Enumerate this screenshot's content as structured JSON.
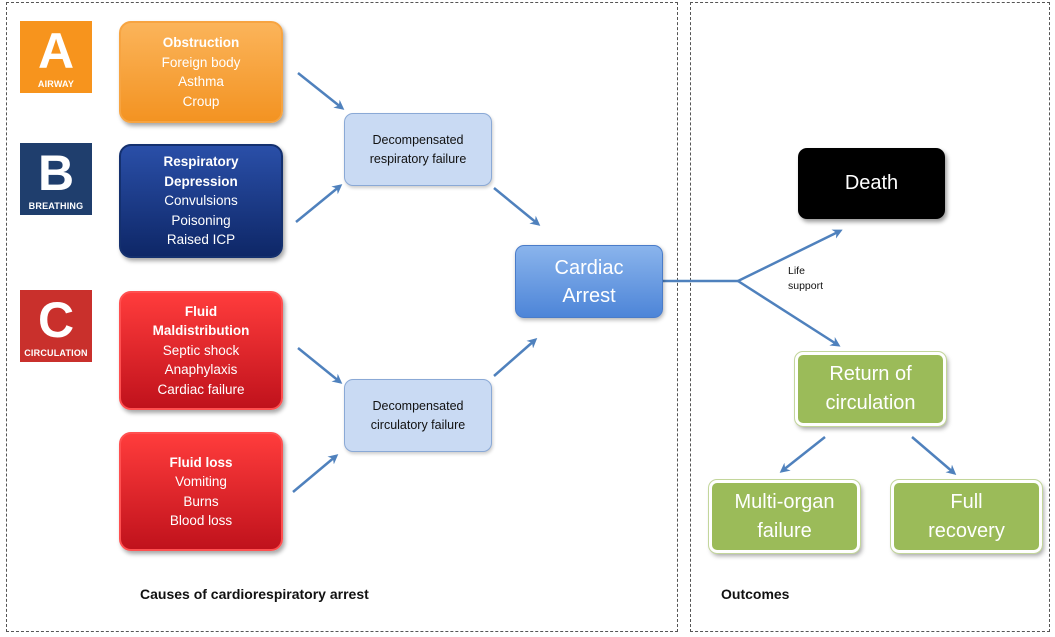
{
  "abc": {
    "a": {
      "letter": "A",
      "word": "AIRWAY",
      "color": "#f7941d"
    },
    "b": {
      "letter": "B",
      "word": "BREATHING",
      "color": "#1f3e6d"
    },
    "c": {
      "letter": "C",
      "word": "CIRCULATION",
      "color": "#c9302c"
    }
  },
  "causes": {
    "obstruction": {
      "head": "Obstruction",
      "items": [
        "Foreign body",
        "Asthma",
        "Croup"
      ]
    },
    "respiratory": {
      "head1": "Respiratory",
      "head2": "Depression",
      "items": [
        "Convulsions",
        "Poisoning",
        "Raised ICP"
      ]
    },
    "fluid_maldistribution": {
      "head1": "Fluid",
      "head2": "Maldistribution",
      "items": [
        "Septic shock",
        "Anaphylaxis",
        "Cardiac failure"
      ]
    },
    "fluid_loss": {
      "head": "Fluid loss",
      "items": [
        "Vomiting",
        "Burns",
        "Blood loss"
      ]
    }
  },
  "intermediate": {
    "respiratory": {
      "line1": "Decompensated",
      "line2": "respiratory failure"
    },
    "circulatory": {
      "line1": "Decompensated",
      "line2": "circulatory failure"
    }
  },
  "cardiac_arrest": {
    "line1": "Cardiac",
    "line2": "Arrest"
  },
  "outcomes": {
    "death": "Death",
    "life_support": {
      "line1": "Life",
      "line2": "support"
    },
    "return": {
      "line1": "Return of",
      "line2": "circulation"
    },
    "multi_organ": {
      "line1": "Multi-organ",
      "line2": "failure"
    },
    "full_recovery": {
      "line1": "Full",
      "line2": "recovery"
    }
  },
  "captions": {
    "causes": "Causes of cardiorespiratory arrest",
    "outcomes": "Outcomes"
  },
  "colors": {
    "arrow": "#4f81bd",
    "green": "#9bbb59",
    "mid_fill": "#c9daf3"
  }
}
